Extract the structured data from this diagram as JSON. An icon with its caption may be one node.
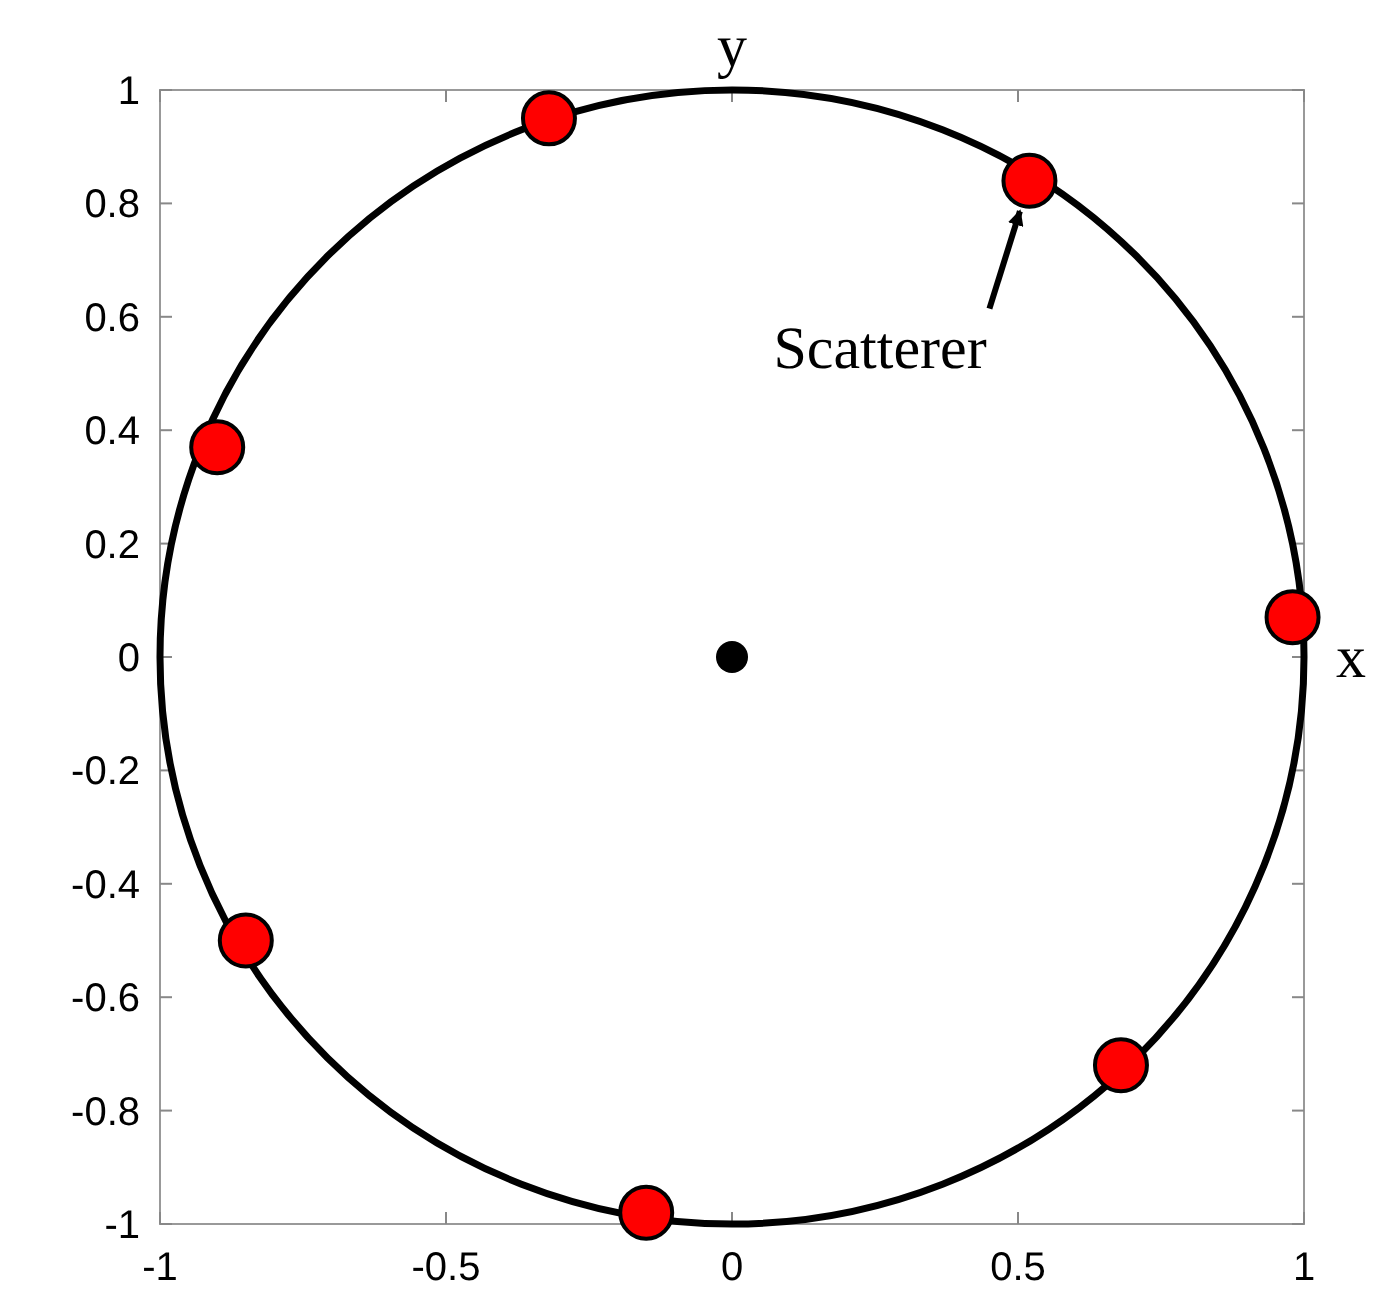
{
  "diagram": {
    "chart_data": {
      "type": "scatter",
      "xlabel": "x",
      "ylabel": "y",
      "xlim": [
        -1,
        1
      ],
      "ylim": [
        -1,
        1
      ],
      "xticks": [
        -1,
        -0.5,
        0,
        0.5,
        1
      ],
      "yticks": [
        -1,
        -0.8,
        -0.6,
        -0.4,
        -0.2,
        0,
        0.2,
        0.4,
        0.6,
        0.8,
        1
      ],
      "series": [
        {
          "color": "#ff0000",
          "x": [
            -0.32,
            0.52,
            -0.9,
            0.98,
            -0.85,
            0.68,
            -0.15
          ],
          "values": [
            0.95,
            0.84,
            0.37,
            0.07,
            -0.5,
            -0.72,
            -0.98
          ]
        },
        {
          "color": "#000000",
          "x": [
            0
          ],
          "values": [
            0
          ]
        }
      ],
      "annotations": [
        {
          "text": "Scatterer",
          "x": 0.52,
          "y": 0.84
        }
      ]
    }
  }
}
